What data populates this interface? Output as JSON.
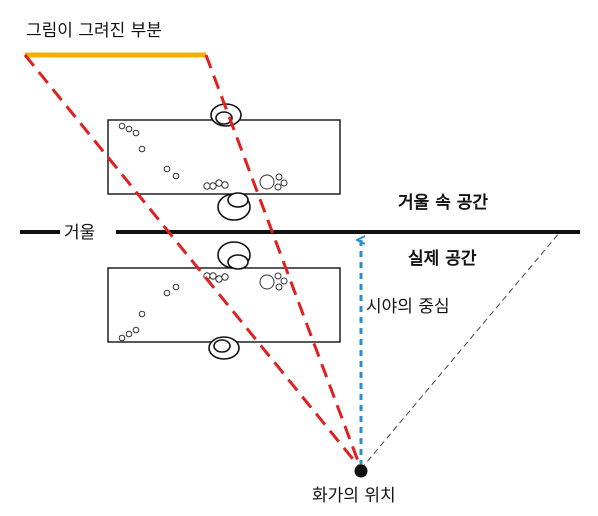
{
  "labels": {
    "painted_part": "그림이 그려진 부분",
    "mirror": "거울",
    "mirror_space": "거울 속 공간",
    "real_space": "실제 공간",
    "line_of_sight": "시야의 중심",
    "painter_position": "화가의 위치"
  },
  "colors": {
    "sight_lines": "#e02020",
    "painted_bar": "#f2b000",
    "center_of_view": "#2a8fd0",
    "mirror_line": "#111111",
    "thin_dashed": "#444444"
  },
  "icons": {
    "painter_dot": "filled-circle",
    "sight_arrow": "arrow-up"
  }
}
